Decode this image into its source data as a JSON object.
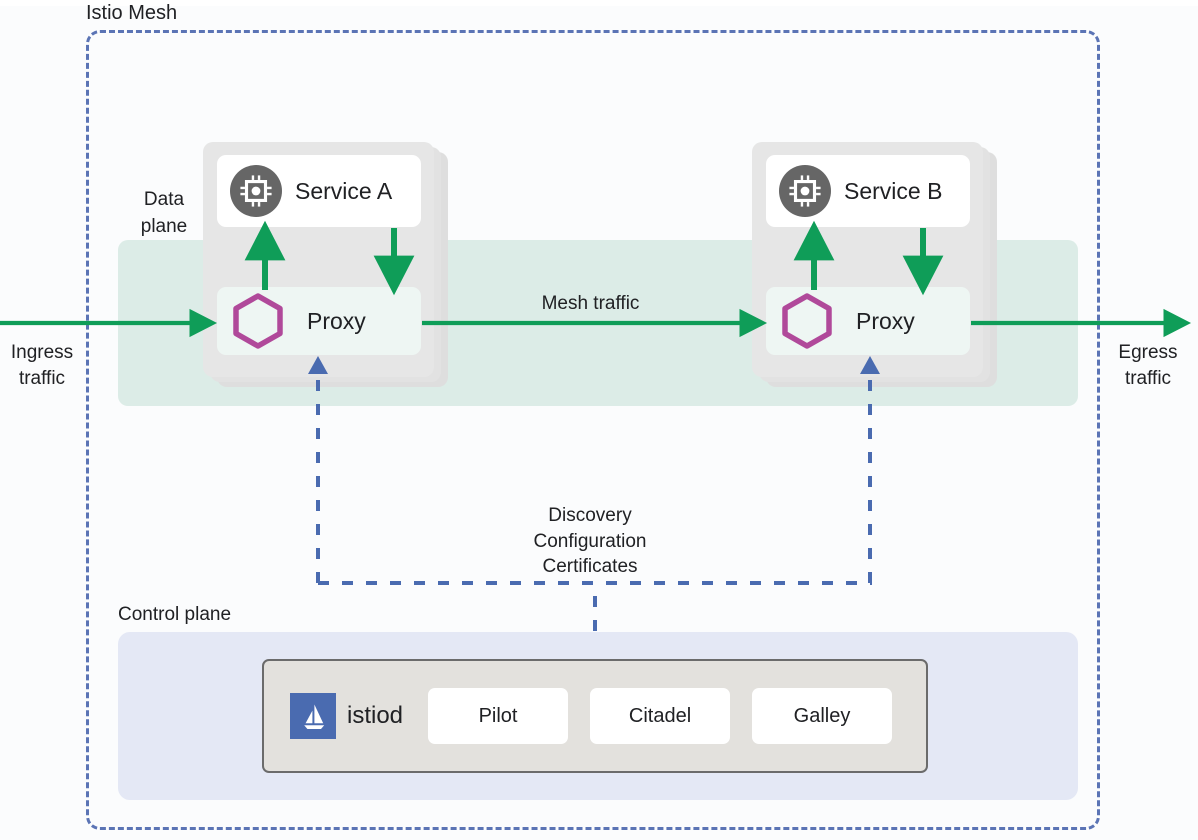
{
  "diagram": {
    "mesh_label": "Istio Mesh",
    "data_plane_label": "Data\nplane",
    "data_plane_label_line1": "Data",
    "data_plane_label_line2": "plane",
    "control_plane_label": "Control plane",
    "mesh_traffic_label": "Mesh traffic",
    "ingress_label_line1": "Ingress",
    "ingress_label_line2": "traffic",
    "egress_label_line1": "Egress",
    "egress_label_line2": "traffic",
    "discovery_line1": "Discovery",
    "discovery_line2": "Configuration",
    "discovery_line3": "Certificates"
  },
  "pods": [
    {
      "service_name": "Service A",
      "service_icon": "cpu-chip-icon",
      "proxy_name": "Proxy",
      "proxy_icon": "envoy-hexagon-icon"
    },
    {
      "service_name": "Service B",
      "service_icon": "cpu-chip-icon",
      "proxy_name": "Proxy",
      "proxy_icon": "envoy-hexagon-icon"
    }
  ],
  "control_plane": {
    "istiod_name": "istiod",
    "istiod_icon": "istio-sailboat-logo",
    "components": [
      {
        "label": "Pilot"
      },
      {
        "label": "Citadel"
      },
      {
        "label": "Galley"
      }
    ]
  },
  "colors": {
    "mesh_border": "#5b74b5",
    "data_plane_band": "#dcece7",
    "control_plane_panel": "#e4e8f5",
    "traffic_arrow": "#0f9d58",
    "control_arrow": "#4a6bb0",
    "proxy_hex": "#b0499a",
    "service_icon_bg": "#666666",
    "istiod_logo_bg": "#4a6bb0",
    "pod_card": "#e6e6e6",
    "background": "#fbfcfd"
  }
}
